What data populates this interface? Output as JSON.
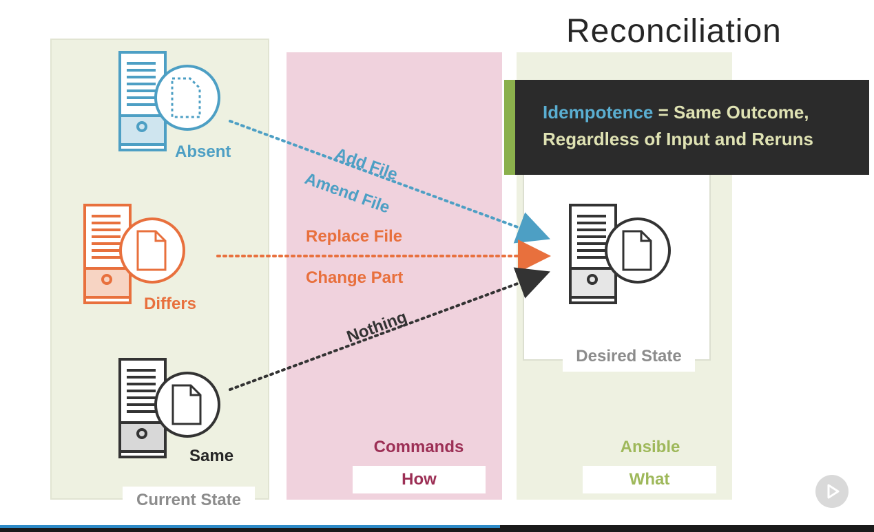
{
  "title": "Reconciliation",
  "panels": {
    "current": {
      "tag": "Current State"
    },
    "commands": {
      "heading": "Commands",
      "tag": "How"
    },
    "ansible": {
      "heading": "Ansible",
      "tag": "What"
    },
    "desired": {
      "tag": "Desired State"
    }
  },
  "servers": {
    "absent": {
      "label": "Absent"
    },
    "differs": {
      "label": "Differs"
    },
    "same": {
      "label": "Same"
    }
  },
  "actions": {
    "add_file": "Add File",
    "amend_file": "Amend File",
    "replace_file": "Replace File",
    "change_part": "Change Part",
    "nothing": "Nothing"
  },
  "callout": {
    "term": "Idempotence",
    "rest": " = Same Outcome, Regardless of Input and Reruns"
  },
  "colors": {
    "blue": "#4d9fc4",
    "orange": "#e8703d",
    "dark": "#333333",
    "commands": "#9c2f55",
    "ansible": "#9eb85a",
    "grey": "#8c8c8c"
  }
}
